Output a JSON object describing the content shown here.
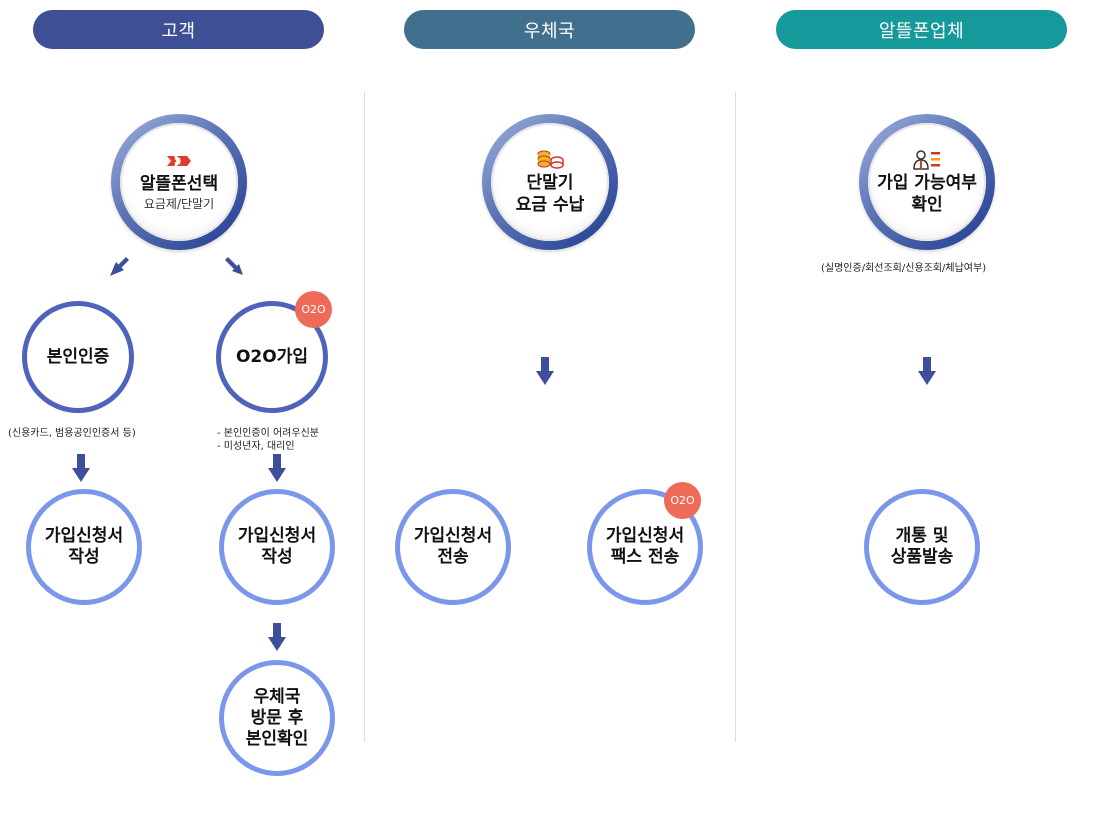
{
  "header": {
    "customer": "고객",
    "post_office": "우체국",
    "mvno": "알뜰폰업체"
  },
  "colors": {
    "customer_pill": "#3f4f96",
    "post_office_pill": "#41708f",
    "mvno_pill": "#16999a",
    "ring_dark": "#4f63bb",
    "ring_light": "#7b97ec",
    "o2o_badge": "#ee6b5a",
    "arrow": "#3d4f9a"
  },
  "customer": {
    "select": {
      "title": "알뜰폰선택",
      "subtitle": "요금제/단말기",
      "icon": "phone-select-icon"
    },
    "self_auth": {
      "label": "본인인증",
      "note": "(신용카드, 범용공인인증서 등)"
    },
    "o2o_join": {
      "label": "O2O가입",
      "badge": "O2O",
      "notes": [
        "- 본인인증이 어려우신분",
        "- 미성년자, 대리인"
      ]
    },
    "form_left": {
      "label": "가입신청서\n작성"
    },
    "form_right": {
      "label": "가입신청서\n작성"
    },
    "visit": {
      "label": "우체국\n방문 후\n본인확인"
    }
  },
  "post_office": {
    "payment": {
      "title_line1": "단말기",
      "title_line2": "요금 수납",
      "icon": "coins-icon"
    },
    "send_form": {
      "label": "가입신청서\n전송"
    },
    "fax_form": {
      "label": "가입신청서\n팩스 전송",
      "badge": "O2O"
    }
  },
  "mvno": {
    "check": {
      "title_line1": "가입 가능여부",
      "title_line2": "확인",
      "icon": "person-checklist-icon",
      "note": "(실명인증/회선조회/신용조회/체납여부)"
    },
    "open": {
      "label": "개통 및\n상품발송"
    }
  }
}
